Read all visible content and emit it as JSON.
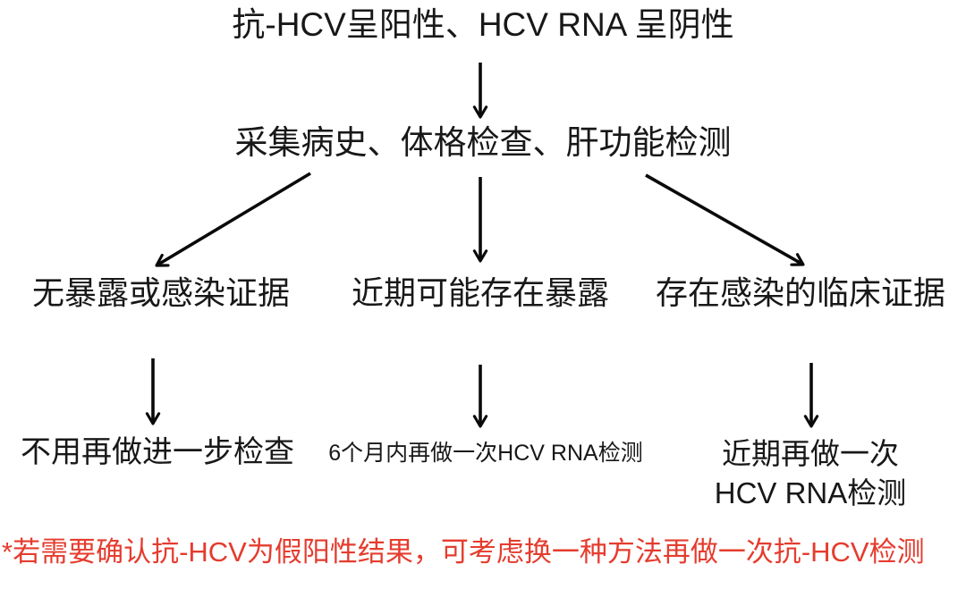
{
  "flowchart": {
    "title": "抗-HCV呈阳性、HCV RNA 呈阴性",
    "assessment_step": "采集病史、体格检查、肝功能检测",
    "branches": [
      {
        "condition": "无暴露或感染证据",
        "action": "不用再做进一步检查"
      },
      {
        "condition": "近期可能存在暴露",
        "action": "6个月内再做一次HCV RNA检测"
      },
      {
        "condition": "存在感染的临床证据",
        "action": "近期再做一次 HCV RNA检测",
        "action_line1": "近期再做一次",
        "action_line2": "HCV RNA检测"
      }
    ],
    "footnote": "*若需要确认抗-HCV为假阳性结果，可考虑换一种方法再做一次抗-HCV检测",
    "colors": {
      "text": "#181818",
      "arrow": "#0a0a0a",
      "footnote": "#e53c2e",
      "background": "#ffffff"
    }
  }
}
